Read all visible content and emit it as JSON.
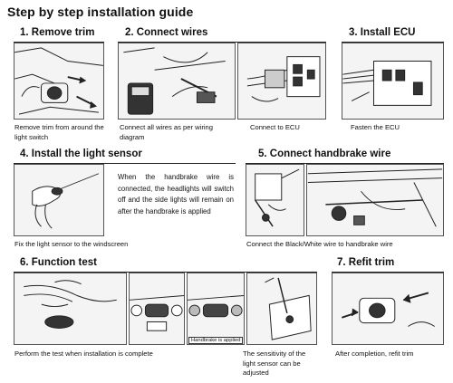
{
  "page_title": "Step by step installation guide",
  "steps": {
    "s1": {
      "title": "1. Remove trim",
      "caption": "Remove trim from around the light switch"
    },
    "s2": {
      "title": "2. Connect wires",
      "caption_a": "Connect all wires as per wiring diagram",
      "caption_b": "Connect to ECU"
    },
    "s3": {
      "title": "3. Install ECU",
      "caption": "Fasten the ECU"
    },
    "s4": {
      "title": "4. Install the light sensor",
      "caption": "Fix the light sensor to the windscreen",
      "note": "When the handbrake wire is connected, the headlights will switch off and the side lights will remain on after the handbrake is applied"
    },
    "s5": {
      "title": "5. Connect handbrake wire",
      "caption": "Connect the Black/White wire to handbrake wire"
    },
    "s6": {
      "title": "6. Function test",
      "caption_a": "Perform the test when installation is complete",
      "caption_b": "The sensitivity of the light sensor can be adjusted",
      "image_label": "Handbrake is applied"
    },
    "s7": {
      "title": "7. Refit trim",
      "caption": "After completion, refit trim"
    }
  }
}
